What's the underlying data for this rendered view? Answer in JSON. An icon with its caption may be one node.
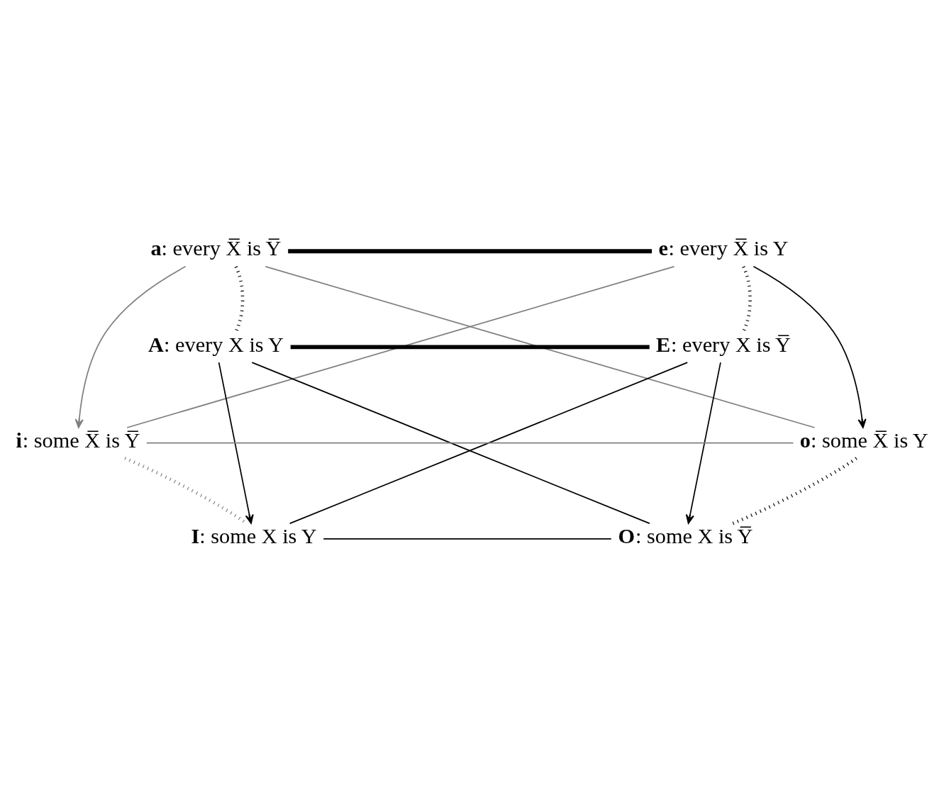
{
  "diagram": {
    "nodes": [
      {
        "text": [
          "**a**: every *X̅* is *Y̅*"
        ]
      },
      {
        "text": [
          "**e**: every *X̅* is *Y*"
        ]
      },
      {
        "text": [
          "**A**: every *X* is *Y*"
        ]
      },
      {
        "text": [
          "**E**: every *X* is *Y̅*"
        ]
      },
      {
        "text": [
          "**i**: some *X̅* is *Y̅*"
        ]
      },
      {
        "text": [
          "**o**: some *X̅* is *Y*"
        ]
      },
      {
        "text": [
          "**I**: some *X* is *Y*"
        ]
      },
      {
        "text": [
          "**O**: some *X* is *Y̅*"
        ]
      }
    ],
    "edges": [
      {
        "from": 0,
        "to": 1,
        "arrow": "none",
        "style": "thick"
      },
      {
        "from": 0,
        "to": 2,
        "arrow": "none",
        "style": "dashed"
      },
      {
        "from": 0,
        "to": 4,
        "arrow": "to",
        "color": "#808080"
      },
      {
        "from": 0,
        "to": 5,
        "arrow": "none",
        "color": "#808080"
      },
      {
        "from": 1,
        "to": 4,
        "arrow": "none",
        "color": "#808080"
      },
      {
        "from": 1,
        "to": 3,
        "arrow": "none",
        "style": "dashed"
      },
      {
        "from": 1,
        "to": 5,
        "arrow": "to"
      },
      {
        "from": 2,
        "to": 3,
        "arrow": "none",
        "style": "thick"
      },
      {
        "from": 2,
        "to": 6,
        "arrow": "to"
      },
      {
        "from": 2,
        "to": 7,
        "arrow": "none"
      },
      {
        "from": 3,
        "to": 6,
        "arrow": "none"
      },
      {
        "from": 3,
        "to": 7,
        "arrow": "to"
      },
      {
        "from": 4,
        "to": 5,
        "arrow": "none",
        "color": "#808080"
      },
      {
        "from": 4,
        "to": 6,
        "arrow": "none",
        "style": "dashed",
        "color": "#808080"
      },
      {
        "from": 5,
        "to": 7,
        "arrow": "none",
        "style": "dashed"
      },
      {
        "from": 6,
        "to": 7,
        "arrow": "none"
      }
    ]
  }
}
